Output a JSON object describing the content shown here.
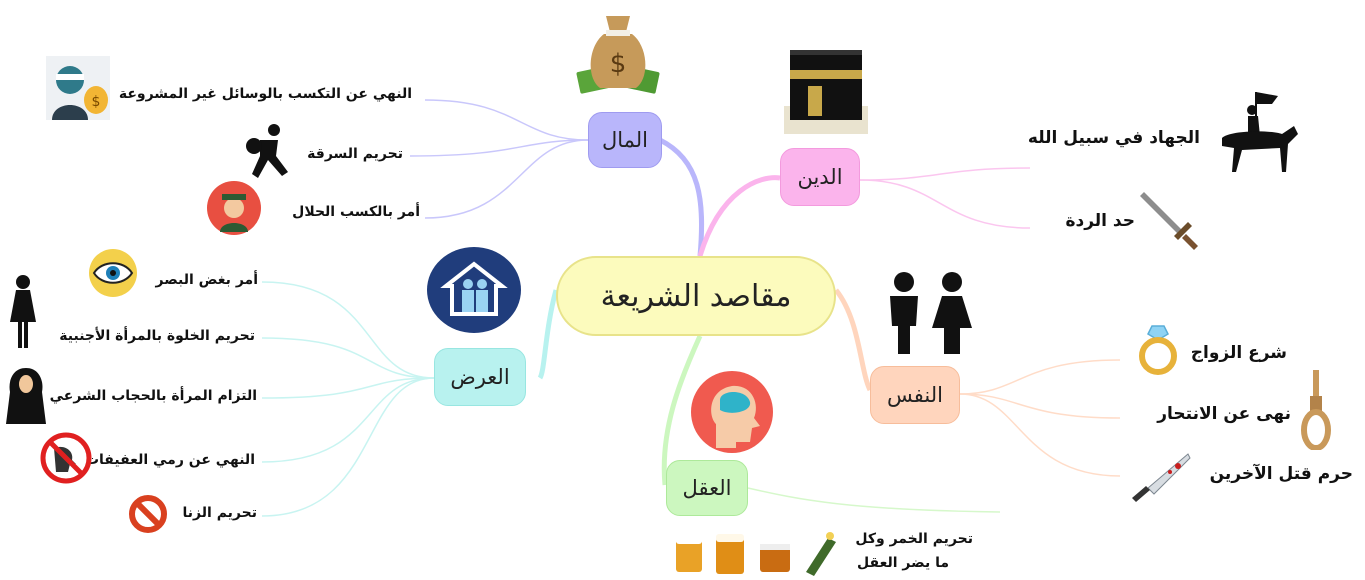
{
  "center": {
    "label": "مقاصد الشريعة"
  },
  "branches": {
    "mal": {
      "label": "المال",
      "color": "#b9b6fb",
      "items": [
        "النهي عن التكسب بالوسائل غير المشروعة",
        "تحريم السرقة",
        "أمر بالكسب الحلال"
      ]
    },
    "din": {
      "label": "الدين",
      "color": "#fbb4ec",
      "items": [
        "الجهاد في سبيل الله",
        "حد الردة"
      ]
    },
    "ird": {
      "label": "العرض",
      "color": "#b8f2ef",
      "items": [
        "أمر بغض البصر",
        "تحريم الخلوة بالمرأة الأجنبية",
        "التزام المرأة بالحجاب الشرعي",
        "النهي عن رمي العفيفات",
        "تحريم الزنا"
      ]
    },
    "nafs": {
      "label": "النفس",
      "color": "#ffd5bd",
      "items": [
        "شرع الزواج",
        "نهى عن الانتحار",
        "حرم قتل الآخرين"
      ]
    },
    "aql": {
      "label": "العقل",
      "color": "#ccf7bf",
      "items": [
        "تحريم الخمر وكل",
        "ما يضر العقل"
      ]
    }
  },
  "icons": [
    "money-bag-icon",
    "kaaba-icon",
    "family-house-icon",
    "people-icon",
    "brain-icon",
    "thief-mask-icon",
    "running-thief-icon",
    "worker-avatar-icon",
    "horse-rider-flag-icon",
    "sword-icon",
    "eye-icon",
    "woman-icon",
    "hijab-woman-icon",
    "no-slander-icon",
    "forbidden-icon",
    "ring-icon",
    "noose-icon",
    "bloody-knife-icon",
    "drinks-icon"
  ]
}
